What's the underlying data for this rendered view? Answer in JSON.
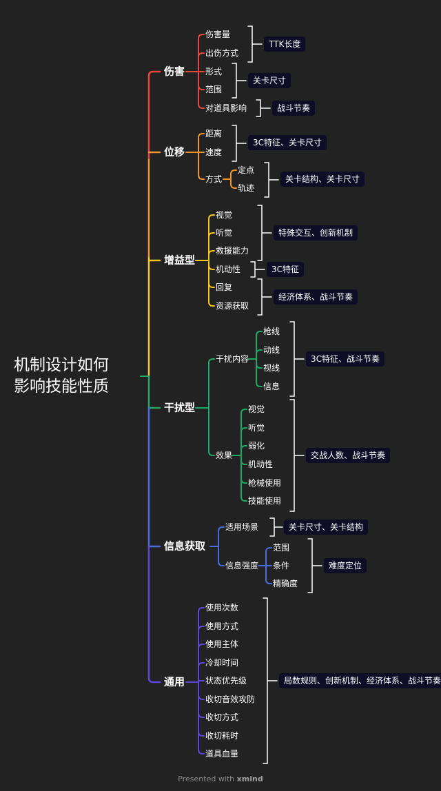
{
  "root": {
    "line1": "机制设计如何",
    "line2": "影响技能性质"
  },
  "colors": {
    "damage": "#e8453c",
    "movement": "#f0932b",
    "buff": "#f5c518",
    "interfere": "#20a86a",
    "info": "#4a6be0",
    "general": "#6046d6",
    "bracket": "#ffffff"
  },
  "branches": {
    "damage": {
      "label": "伤害",
      "items": [
        "伤害量",
        "出伤方式",
        "形式",
        "范围",
        "对道具影响"
      ],
      "tags": [
        "TTK长度",
        "关卡尺寸",
        "战斗节奏"
      ]
    },
    "movement": {
      "label": "位移",
      "items": [
        "距离",
        "速度",
        "方式"
      ],
      "sub": [
        "定点",
        "轨迹"
      ],
      "tags": [
        "3C特征、关卡尺寸",
        "关卡结构、关卡尺寸"
      ]
    },
    "buff": {
      "label": "增益型",
      "items": [
        "视觉",
        "听觉",
        "救援能力",
        "机动性",
        "回复",
        "资源获取"
      ],
      "tags": [
        "特殊交互、创新机制",
        "3C特征",
        "经济体系、战斗节奏"
      ]
    },
    "interfere": {
      "label": "干扰型",
      "groups": [
        "干扰内容",
        "效果"
      ],
      "content_items": [
        "枪线",
        "动线",
        "视线",
        "信息"
      ],
      "effect_items": [
        "视觉",
        "听觉",
        "弱化",
        "机动性",
        "枪械使用",
        "技能使用"
      ],
      "tags": [
        "3C特征、战斗节奏",
        "交战人数、战斗节奏"
      ]
    },
    "info": {
      "label": "信息获取",
      "groups": [
        "适用场景",
        "信息强度"
      ],
      "strength_items": [
        "范围",
        "条件",
        "精确度"
      ],
      "tags": [
        "关卡尺寸、关卡结构",
        "难度定位"
      ]
    },
    "general": {
      "label": "通用",
      "items": [
        "使用次数",
        "使用方式",
        "使用主体",
        "冷却时间",
        "状态优先级",
        "收切音效攻防",
        "收切方式",
        "收切耗时",
        "道具血量"
      ],
      "tags": [
        "局数规则、创新机制、经济体系、战斗节奏"
      ]
    }
  },
  "footer": {
    "prefix": "Presented with",
    "brand": "xmind"
  }
}
